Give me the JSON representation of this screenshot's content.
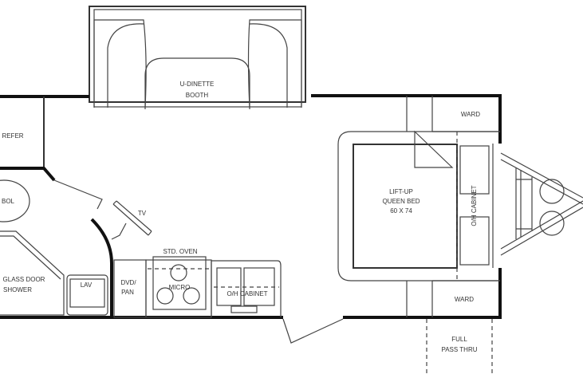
{
  "floorplan": {
    "rooms": {
      "dinette": [
        "U-DINETTE",
        "BOOTH"
      ],
      "refer": "REFER",
      "toilet": "BOL",
      "shower": [
        "GLASS DOOR",
        "SHOWER"
      ],
      "lav": "LAV",
      "dvd_pan": [
        "DVD/",
        "PAN"
      ],
      "oven": "STD. OVEN",
      "micro": "MICRO",
      "kitchen_cabinet": "O/H CABINET",
      "tv": "TV",
      "bed": [
        "LIFT-UP",
        "QUEEN BED",
        "60 X 74"
      ],
      "ward_top": "WARD",
      "ward_bottom": "WARD",
      "bed_cabinet": "O/H CABINET",
      "pass_thru": [
        "FULL",
        "PASS THRU"
      ]
    }
  }
}
